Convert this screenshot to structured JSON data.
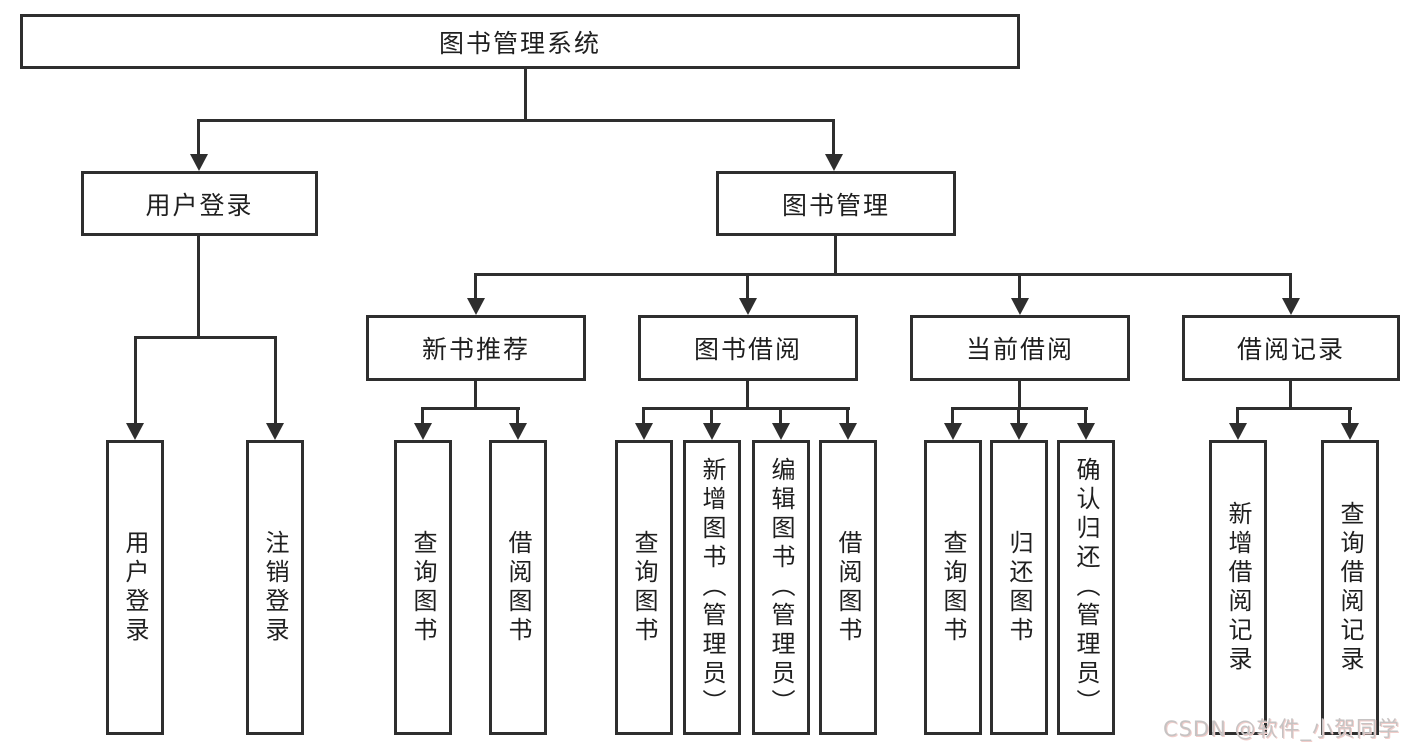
{
  "diagram": {
    "root": {
      "label": "图书管理系统"
    },
    "level2": [
      {
        "label": "用户登录"
      },
      {
        "label": "图书管理"
      }
    ],
    "level3": [
      {
        "label": "新书推荐"
      },
      {
        "label": "图书借阅"
      },
      {
        "label": "当前借阅"
      },
      {
        "label": "借阅记录"
      }
    ],
    "leaves": {
      "login": [
        "用户登录",
        "注销登录"
      ],
      "newbook": [
        "查询图书",
        "借阅图书"
      ],
      "borrow": [
        "查询图书",
        "新增图书（管理员）",
        "编辑图书（管理员）",
        "借阅图书"
      ],
      "current": [
        "查询图书",
        "归还图书",
        "确认归还（管理员）"
      ],
      "records": [
        "新增借阅记录",
        "查询借阅记录"
      ]
    },
    "colors": {
      "line": "#2e2e2e",
      "box_background": "#ffffff",
      "watermark": "#c6c3c3"
    }
  },
  "watermark": {
    "text": "CSDN @软件_小贺同学"
  }
}
